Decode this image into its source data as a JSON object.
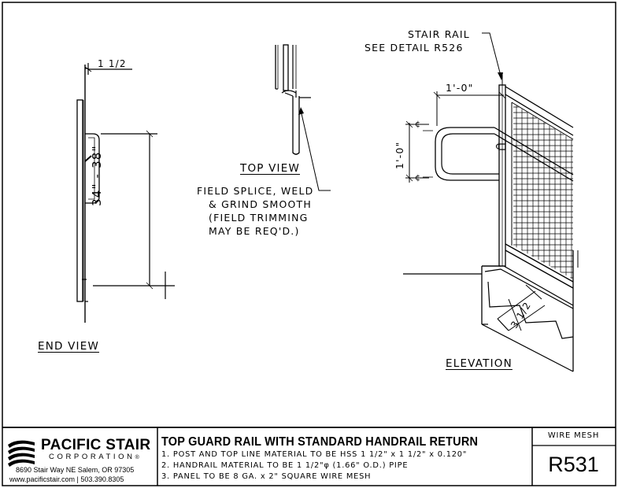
{
  "drawing": {
    "end_view": {
      "title": "END VIEW",
      "dim_top": "1 1/2",
      "dim_height": "34\" - 38\""
    },
    "top_view": {
      "title": "TOP VIEW",
      "callout": [
        "FIELD SPLICE, WELD",
        "& GRIND SMOOTH",
        "(FIELD TRIMMING",
        "MAY BE REQ'D.)"
      ]
    },
    "elevation": {
      "title": "ELEVATION",
      "stair_rail_callout": [
        "STAIR RAIL",
        "SEE DETAIL R526"
      ],
      "dim_width": "1'-0\"",
      "dim_height": "1'-0\"",
      "dim_step": "3 1/2",
      "centerline_symbol": "¢"
    }
  },
  "title_block": {
    "company_name": "PACIFIC STAIR",
    "company_sub": "CORPORATION",
    "registered_mark": "®",
    "address": "8690 Stair Way NE Salem, OR 97305",
    "web_phone": "www.pacificstair.com  |  503.390.8305",
    "title": "TOP GUARD RAIL WITH STANDARD HANDRAIL RETURN",
    "notes": [
      "1. POST AND TOP LINE MATERIAL TO BE HSS 1 1/2\" x 1 1/2\" x 0.120\"",
      "2. HANDRAIL MATERIAL TO BE 1 1/2\"φ (1.66\" O.D.) PIPE",
      "3. PANEL TO BE 8 GA. x 2\" SQUARE WIRE MESH"
    ],
    "panel_type": "WIRE MESH",
    "drawing_number": "R531"
  }
}
